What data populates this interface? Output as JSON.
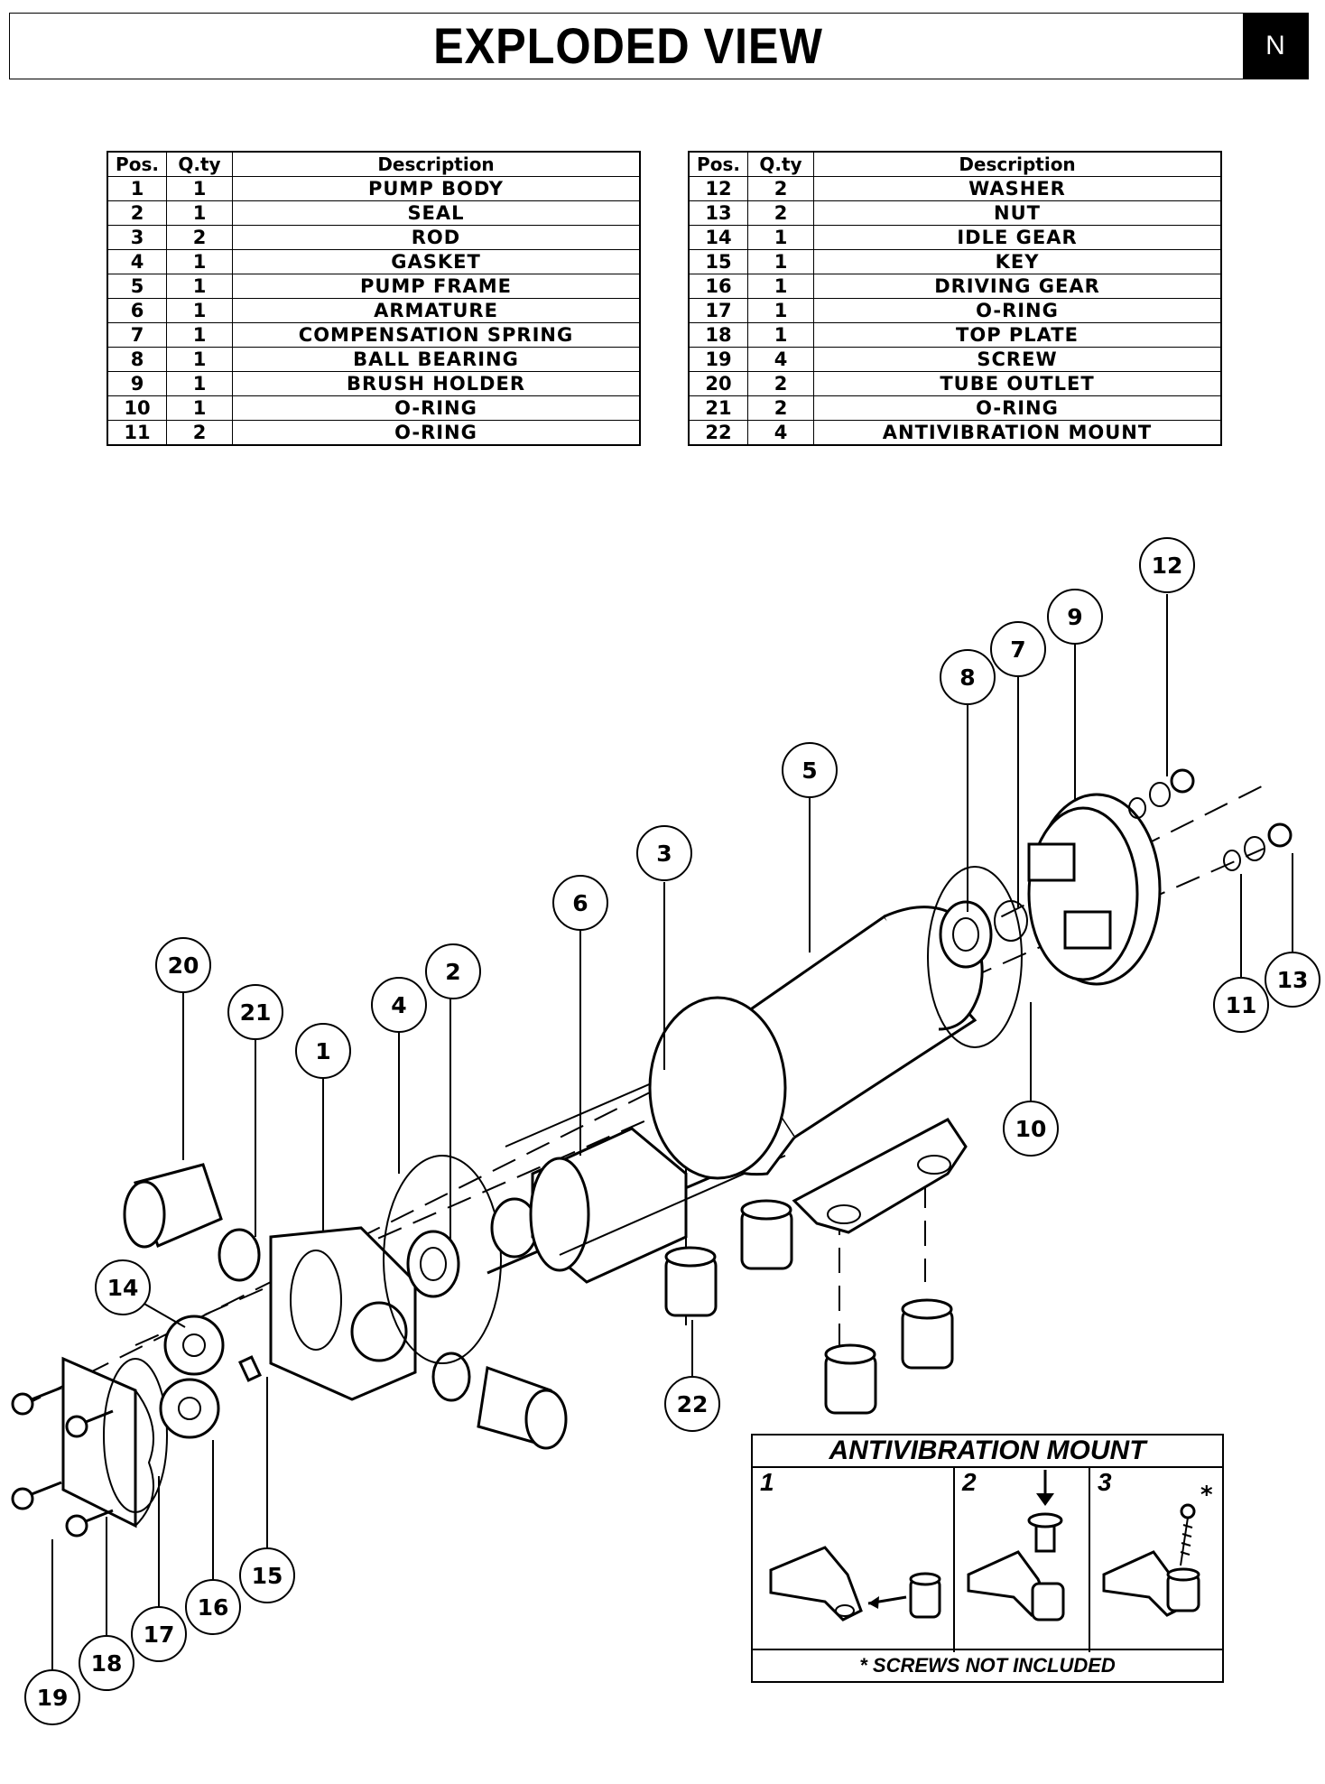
{
  "header": {
    "title": "EXPLODED VIEW",
    "badge": "N"
  },
  "table_columns": {
    "pos": "Pos.",
    "qty": "Q.ty",
    "description": "Description"
  },
  "parts_left": [
    {
      "pos": "1",
      "qty": "1",
      "description": "PUMP BODY"
    },
    {
      "pos": "2",
      "qty": "1",
      "description": "SEAL"
    },
    {
      "pos": "3",
      "qty": "2",
      "description": "ROD"
    },
    {
      "pos": "4",
      "qty": "1",
      "description": "GASKET"
    },
    {
      "pos": "5",
      "qty": "1",
      "description": "PUMP FRAME"
    },
    {
      "pos": "6",
      "qty": "1",
      "description": "ARMATURE"
    },
    {
      "pos": "7",
      "qty": "1",
      "description": "COMPENSATION SPRING"
    },
    {
      "pos": "8",
      "qty": "1",
      "description": "BALL BEARING"
    },
    {
      "pos": "9",
      "qty": "1",
      "description": "BRUSH HOLDER"
    },
    {
      "pos": "10",
      "qty": "1",
      "description": "O-RING"
    },
    {
      "pos": "11",
      "qty": "2",
      "description": "O-RING"
    }
  ],
  "parts_right": [
    {
      "pos": "12",
      "qty": "2",
      "description": "WASHER"
    },
    {
      "pos": "13",
      "qty": "2",
      "description": "NUT"
    },
    {
      "pos": "14",
      "qty": "1",
      "description": "IDLE GEAR"
    },
    {
      "pos": "15",
      "qty": "1",
      "description": "KEY"
    },
    {
      "pos": "16",
      "qty": "1",
      "description": "DRIVING GEAR"
    },
    {
      "pos": "17",
      "qty": "1",
      "description": "O-RING"
    },
    {
      "pos": "18",
      "qty": "1",
      "description": "TOP PLATE"
    },
    {
      "pos": "19",
      "qty": "4",
      "description": "SCREW"
    },
    {
      "pos": "20",
      "qty": "2",
      "description": "TUBE OUTLET"
    },
    {
      "pos": "21",
      "qty": "2",
      "description": "O-RING"
    },
    {
      "pos": "22",
      "qty": "4",
      "description": "ANTIVIBRATION MOUNT"
    }
  ],
  "callouts": [
    "1",
    "2",
    "3",
    "4",
    "5",
    "6",
    "7",
    "8",
    "9",
    "10",
    "11",
    "12",
    "13",
    "14",
    "15",
    "16",
    "17",
    "18",
    "19",
    "20",
    "21",
    "22"
  ],
  "inset": {
    "title": "ANTIVIBRATION MOUNT",
    "steps": [
      "1",
      "2",
      "3"
    ],
    "asterisk": "*",
    "note": "* SCREWS NOT INCLUDED"
  }
}
